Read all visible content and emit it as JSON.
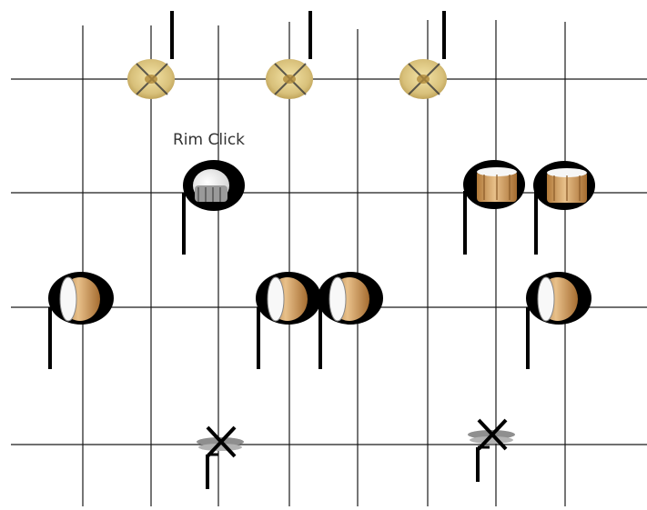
{
  "annotation": {
    "rim_click": "Rim Click"
  },
  "notes": {
    "cymbals": [
      {
        "instrument": "crash-cymbal"
      },
      {
        "instrument": "crash-cymbal"
      },
      {
        "instrument": "crash-cymbal"
      }
    ],
    "snares": [
      {
        "instrument": "snare-drum-rim-click"
      },
      {
        "instrument": "snare-drum"
      },
      {
        "instrument": "snare-drum"
      }
    ],
    "toms": [
      {
        "instrument": "floor-tom"
      },
      {
        "instrument": "floor-tom"
      },
      {
        "instrument": "floor-tom"
      },
      {
        "instrument": "floor-tom"
      }
    ],
    "hihats": [
      {
        "instrument": "hi-hat-pedal"
      },
      {
        "instrument": "hi-hat-pedal"
      }
    ]
  },
  "colors": {
    "grid": "#1a1a1a",
    "cymbal": "#d8c07a",
    "drum_shell": "#d9a86a",
    "snare_head": "#e8e8e8",
    "note_head": "#000000"
  }
}
